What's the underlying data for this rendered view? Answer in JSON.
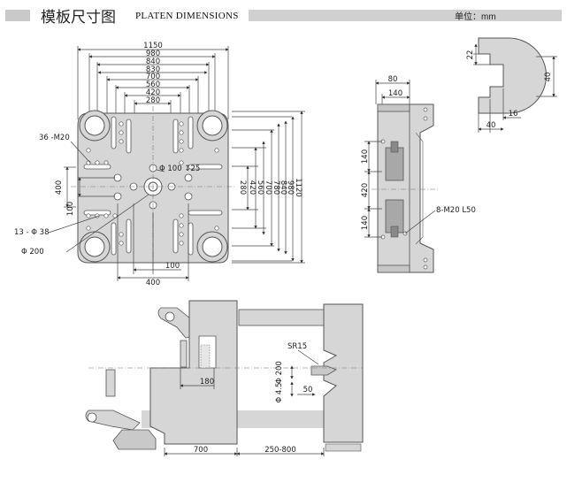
{
  "header": {
    "title_cn": "模板尺寸图",
    "title_en": "PLATEN DIMENSIONS",
    "unit": "单位：mm"
  },
  "front_view": {
    "dims_horizontal": [
      "1150",
      "980",
      "840",
      "830",
      "700",
      "560",
      "420",
      "280"
    ],
    "dims_right": [
      "280",
      "420",
      "560",
      "700",
      "780",
      "840",
      "980",
      "1120"
    ],
    "dims_left": [
      "400",
      "100"
    ],
    "dims_bottom": [
      "100",
      "400"
    ],
    "center_label": "Φ 100 ↧25",
    "label_holes": "36 -M20",
    "label_bolts": "13 - Φ 38",
    "label_ring": "Φ 200"
  },
  "side_view": {
    "dims_top": [
      "80",
      "140"
    ],
    "dims_left": [
      "140",
      "420",
      "140"
    ],
    "label_threads": "8-M20 L50"
  },
  "detail_view": {
    "dims": [
      "22",
      "40",
      "16",
      "40"
    ]
  },
  "bottom_view": {
    "label_sr": "SR15",
    "dim_180": "180",
    "dim_phi200": "Φ 200",
    "dim_phi45": "Φ 4.5",
    "dim_50": "50",
    "dim_700": "700",
    "dim_stroke": "250-800"
  }
}
